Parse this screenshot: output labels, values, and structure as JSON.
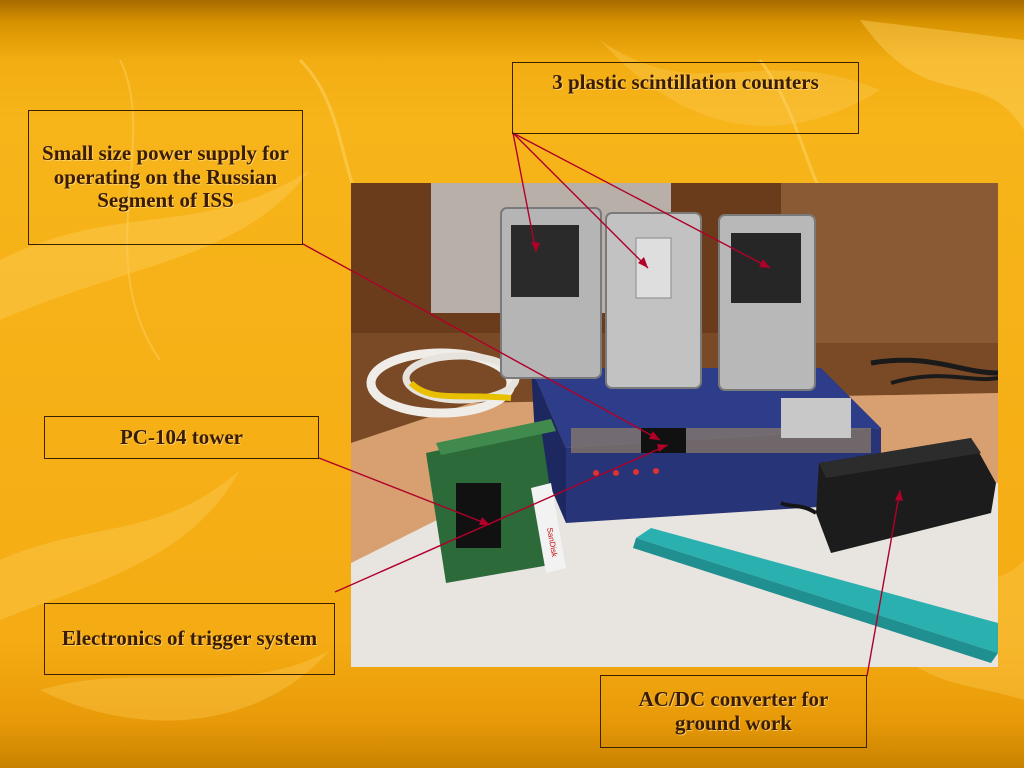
{
  "labels": {
    "counters": "3 plastic scintillation counters",
    "power_supply": "Small size power supply for operating on the Russian Segment of ISS",
    "pc104": "PC-104 tower",
    "trigger": "Electronics of trigger system",
    "acdc": "AC/DC converter for ground work"
  },
  "photo": {
    "card_brand": "SanDisk"
  },
  "colors": {
    "pointer_line": "#b0002a",
    "box_border": "#3a2200",
    "label_text": "#3a1c00",
    "background": "#f5ac14"
  }
}
